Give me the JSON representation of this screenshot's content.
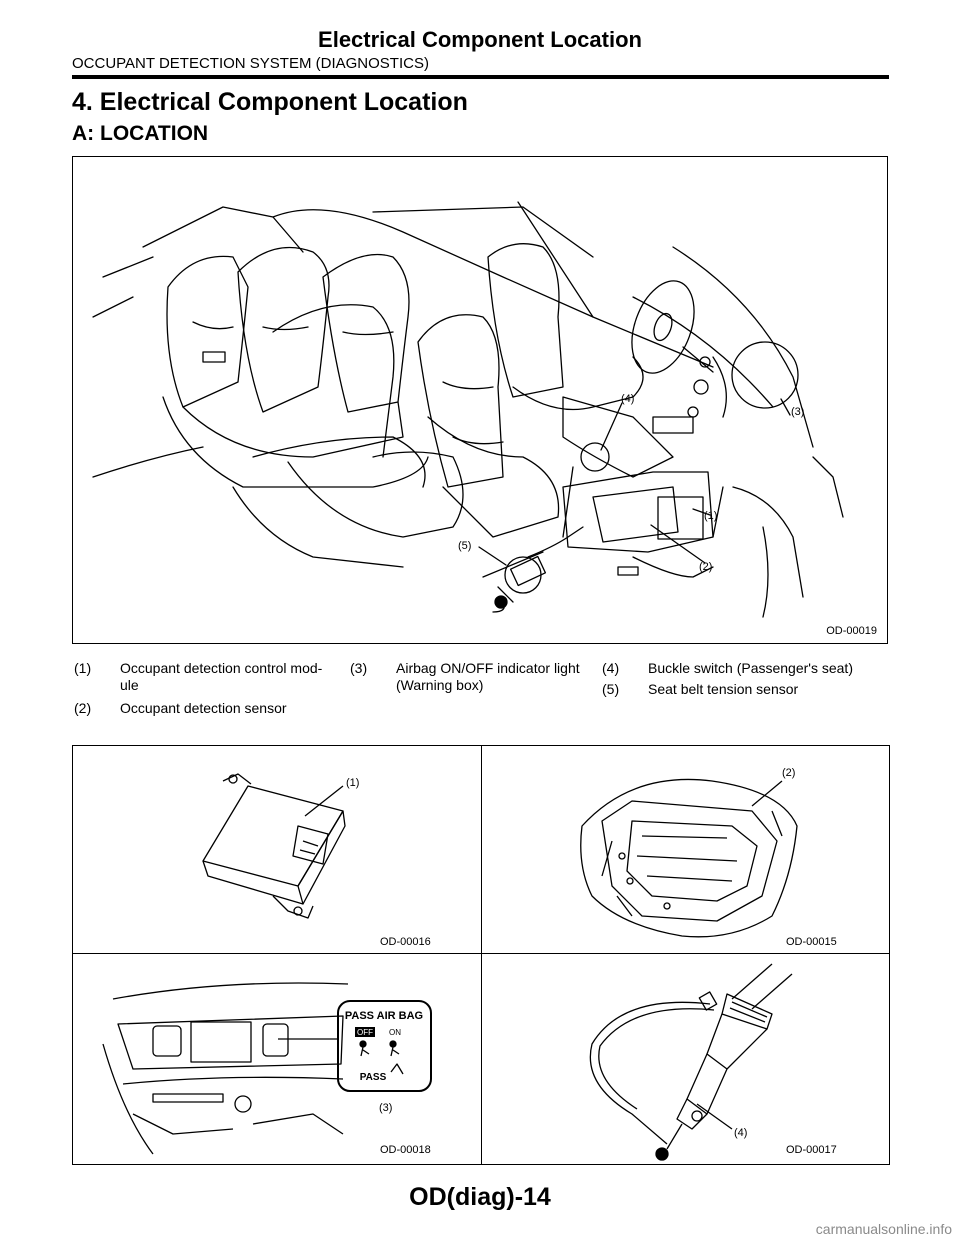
{
  "header": {
    "title": "Electrical Component Location",
    "subtitle": "OCCUPANT DETECTION SYSTEM (DIAGNOSTICS)"
  },
  "section": {
    "heading": "4.  Electrical Component Location",
    "subheading": "A:  LOCATION"
  },
  "main_figure": {
    "code": "OD-00019",
    "callouts": [
      "(1)",
      "(2)",
      "(3)",
      "(4)",
      "(5)"
    ]
  },
  "legend": [
    {
      "num": "(1)",
      "text": "Occupant detection control mod-\nule"
    },
    {
      "num": "(2)",
      "text": "Occupant detection sensor"
    },
    {
      "num": "(3)",
      "text": "Airbag ON/OFF indicator light\n(Warning box)"
    },
    {
      "num": "(4)",
      "text": "Buckle switch (Passenger's seat)"
    },
    {
      "num": "(5)",
      "text": "Seat belt tension sensor"
    }
  ],
  "detail_figures": [
    {
      "code": "OD-00016",
      "callout": "(1)"
    },
    {
      "code": "OD-00015",
      "callout": "(2)"
    },
    {
      "code": "OD-00018",
      "callout": "(3)",
      "indicator": {
        "title": "PASS AIR BAG",
        "off": "OFF",
        "on": "ON",
        "pass": "PASS"
      }
    },
    {
      "code": "OD-00017",
      "callout": "(4)"
    }
  ],
  "footer": {
    "page": "OD(diag)-14",
    "watermark": "carmanualsonline.info"
  }
}
